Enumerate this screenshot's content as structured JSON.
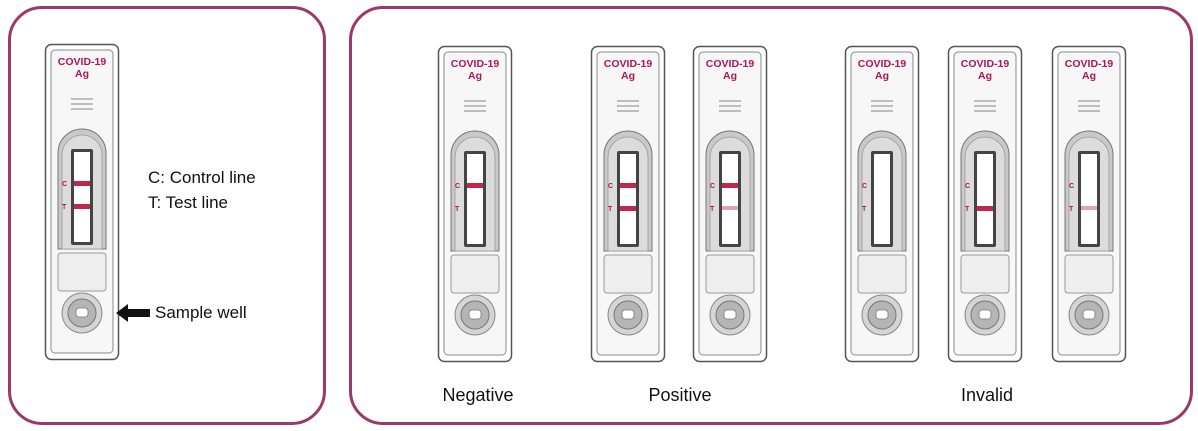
{
  "cassette": {
    "title_line1": "COVID-19",
    "title_line2": "Ag",
    "control_letter": "C",
    "test_letter": "T"
  },
  "legend": {
    "control": "C: Control line",
    "test": "T: Test line",
    "sample_well": "Sample well"
  },
  "groups": {
    "negative": "Negative",
    "positive": "Positive",
    "invalid": "Invalid"
  },
  "colors": {
    "frame": "#9b3a6a",
    "line": "#c0274a",
    "line_faint": "#e2a3b3",
    "brand_text": "#b01456"
  },
  "cassettes": [
    {
      "id": "reference",
      "control": "strong",
      "test": "strong"
    },
    {
      "id": "negative",
      "control": "strong",
      "test": "none"
    },
    {
      "id": "positive-1",
      "control": "strong",
      "test": "strong"
    },
    {
      "id": "positive-2",
      "control": "strong",
      "test": "faint"
    },
    {
      "id": "invalid-1",
      "control": "none",
      "test": "none"
    },
    {
      "id": "invalid-2",
      "control": "none",
      "test": "strong"
    },
    {
      "id": "invalid-3",
      "control": "none",
      "test": "faint"
    }
  ]
}
